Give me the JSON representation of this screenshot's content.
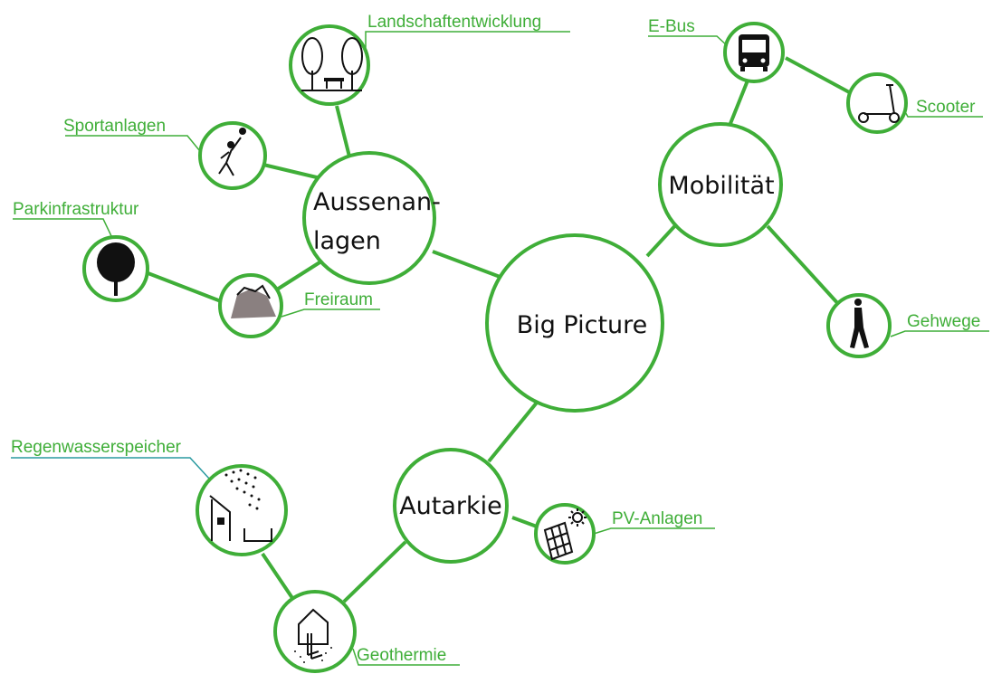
{
  "hubs": {
    "big_picture": "Big Picture",
    "mobilitaet": "Mobilität",
    "aussenanlagen_line1": "Aussenan-",
    "aussenanlagen_line2": "lagen",
    "autarkie": "Autarkie"
  },
  "leaves": {
    "landschaftentwicklung": "Landschaftentwicklung",
    "sportanlagen": "Sportanlagen",
    "parkinfrastruktur": "Parkinfrastruktur",
    "freiraum": "Freiraum",
    "e_bus": "E-Bus",
    "scooter": "Scooter",
    "gehwege": "Gehwege",
    "regenwasserspeicher": "Regenwasserspeicher",
    "pv_anlagen": "PV-Anlagen",
    "geothermie": "Geothermie"
  },
  "icons": {
    "landschaftentwicklung": "trees-bench-icon",
    "sportanlagen": "volleyball-player-icon",
    "parkinfrastruktur": "tree-icon",
    "freiraum": "rock-icon",
    "e_bus": "bus-icon",
    "scooter": "scooter-icon",
    "gehwege": "pedestrian-icon",
    "regenwasserspeicher": "rain-house-icon",
    "pv_anlagen": "solar-panel-icon",
    "geothermie": "geothermal-house-icon"
  },
  "colors": {
    "accent": "#3fae38",
    "teal_underline": "#2a9aa0",
    "text": "#111111"
  }
}
